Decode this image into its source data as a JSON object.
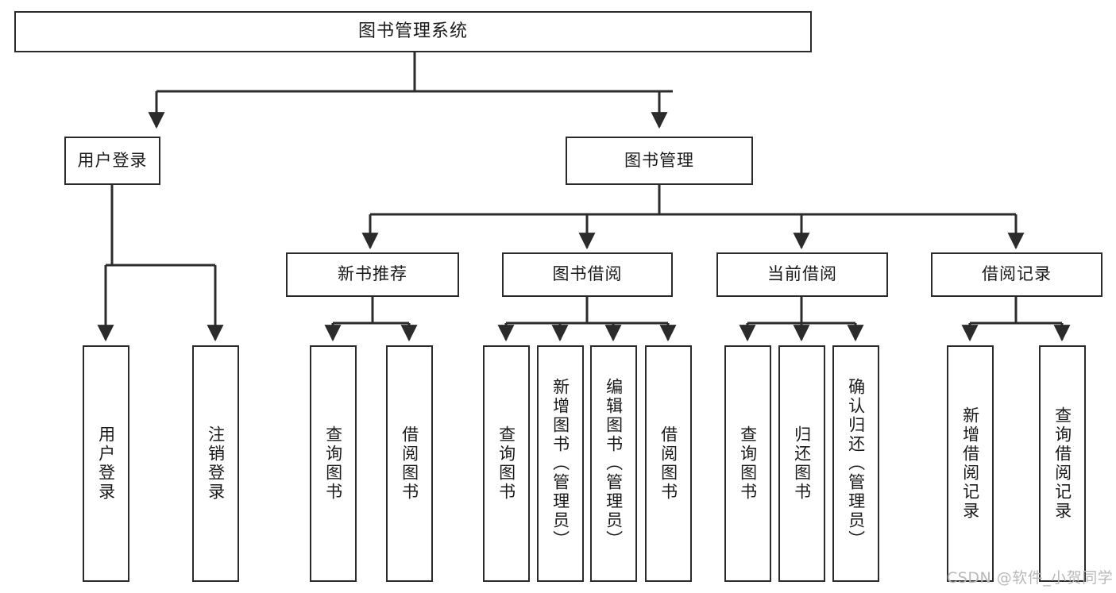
{
  "diagram": {
    "type": "tree-hierarchy-chart",
    "title": "图书管理系统",
    "watermark": "CSDN @软件_小贺同学",
    "colors": {
      "box_border": "#2b2b2b",
      "box_fill": "#ffffff",
      "connector": "#2b2b2b",
      "text": "#1a1a1a",
      "watermark": "#b9b9b9",
      "background": "#ffffff"
    },
    "levels": {
      "root": {
        "label": "图书管理系统"
      },
      "level2": [
        {
          "label": "用户登录"
        },
        {
          "label": "图书管理"
        }
      ],
      "level3": [
        {
          "label": "新书推荐"
        },
        {
          "label": "图书借阅"
        },
        {
          "label": "当前借阅"
        },
        {
          "label": "借阅记录"
        }
      ],
      "leaves": {
        "user_login": [
          {
            "label": "用户登录"
          },
          {
            "label": "注销登录"
          }
        ],
        "new_book_recommend": [
          {
            "label": "查询图书"
          },
          {
            "label": "借阅图书"
          }
        ],
        "book_borrow": [
          {
            "label": "查询图书"
          },
          {
            "label": "新增图书（管理员）"
          },
          {
            "label": "编辑图书（管理员）"
          },
          {
            "label": "借阅图书"
          }
        ],
        "current_borrow": [
          {
            "label": "查询图书"
          },
          {
            "label": "归还图书"
          },
          {
            "label": "确认归还（管理员）"
          }
        ],
        "borrow_record": [
          {
            "label": "新增借阅记录"
          },
          {
            "label": "查询借阅记录"
          }
        ]
      }
    }
  }
}
